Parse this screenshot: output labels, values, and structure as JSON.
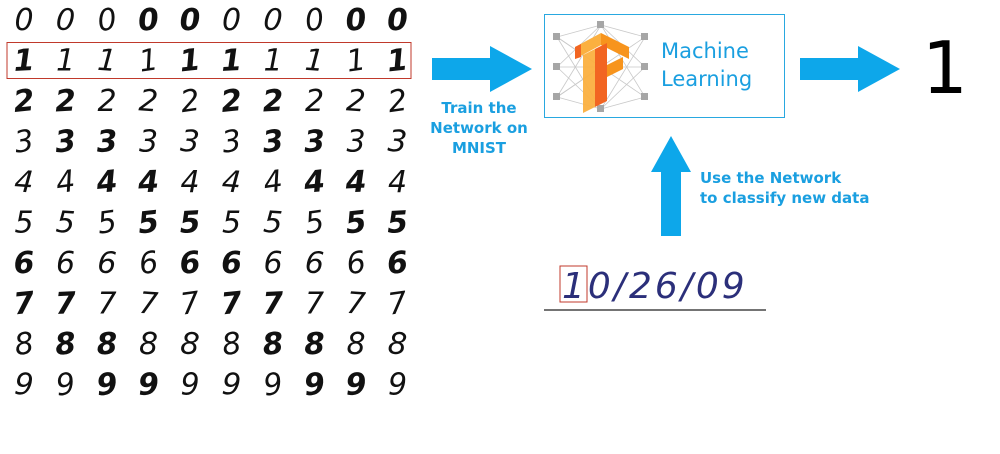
{
  "mnist": {
    "rows": [
      [
        "0",
        "0",
        "0",
        "0",
        "0",
        "0",
        "0",
        "0",
        "0",
        "0"
      ],
      [
        "1",
        "1",
        "1",
        "1",
        "1",
        "1",
        "1",
        "1",
        "1",
        "1"
      ],
      [
        "2",
        "2",
        "2",
        "2",
        "2",
        "2",
        "2",
        "2",
        "2",
        "2"
      ],
      [
        "3",
        "3",
        "3",
        "3",
        "3",
        "3",
        "3",
        "3",
        "3",
        "3"
      ],
      [
        "4",
        "4",
        "4",
        "4",
        "4",
        "4",
        "4",
        "4",
        "4",
        "4"
      ],
      [
        "5",
        "5",
        "5",
        "5",
        "5",
        "5",
        "5",
        "5",
        "5",
        "5"
      ],
      [
        "6",
        "6",
        "6",
        "6",
        "6",
        "6",
        "6",
        "6",
        "6",
        "6"
      ],
      [
        "7",
        "7",
        "7",
        "7",
        "7",
        "7",
        "7",
        "7",
        "7",
        "7"
      ],
      [
        "8",
        "8",
        "8",
        "8",
        "8",
        "8",
        "8",
        "8",
        "8",
        "8"
      ],
      [
        "9",
        "9",
        "9",
        "9",
        "9",
        "9",
        "9",
        "9",
        "9",
        "9"
      ]
    ],
    "highlight_row": 1,
    "highlight_color": "#c0392b"
  },
  "train_caption": [
    "Train the",
    "Network on",
    "MNIST"
  ],
  "ml_box": {
    "title_line1": "Machine",
    "title_line2": "Learning",
    "logo": "tensorflow-logo",
    "border_color": "#29a8e0"
  },
  "result": "1",
  "use_caption": [
    "Use the Network",
    "to classify new data"
  ],
  "date_sample": {
    "text": "10/26/09",
    "highlighted_char": "1",
    "highlight_color": "#c0392b"
  },
  "colors": {
    "arrow": "#0da7ea",
    "caption": "#1a9fe0",
    "logo_orange": "#f7941d"
  }
}
